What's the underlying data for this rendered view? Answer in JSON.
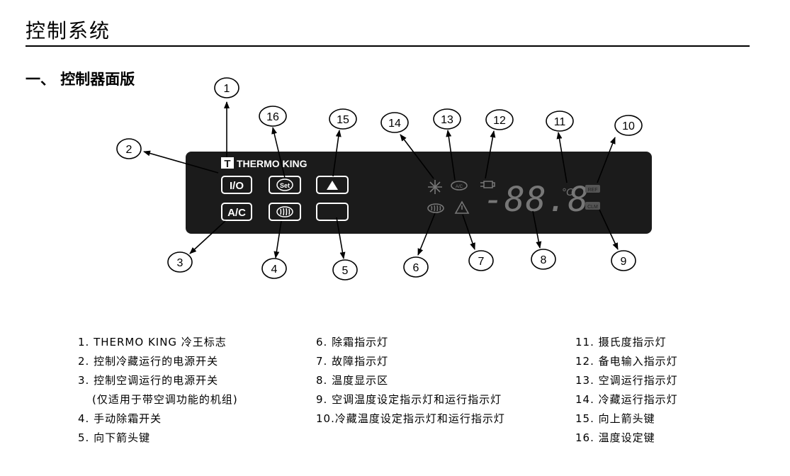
{
  "page_title": "控制系统",
  "section_title": "一、 控制器面版",
  "panel": {
    "brand": "THERMO KING",
    "brand_logo": "T",
    "btn_power": "I/O",
    "btn_ac": "A/C",
    "btn_set": "Set",
    "display_digits": "-88.8",
    "display_unit": "°C",
    "ref_label": "REF",
    "clm_label": "CLM"
  },
  "callouts": [
    "1",
    "2",
    "3",
    "4",
    "5",
    "6",
    "7",
    "8",
    "9",
    "10",
    "11",
    "12",
    "13",
    "14",
    "15",
    "16"
  ],
  "legend": {
    "col1": [
      "1. THERMO KING 冷王标志",
      "2. 控制冷藏运行的电源开关",
      "3. 控制空调运行的电源开关",
      "(仅适用于带空调功能的机组)",
      "4. 手动除霜开关",
      "5. 向下箭头键"
    ],
    "col2": [
      "6. 除霜指示灯",
      "7. 故障指示灯",
      "8. 温度显示区",
      "9. 空调温度设定指示灯和运行指示灯",
      "10.冷藏温度设定指示灯和运行指示灯"
    ],
    "col3": [
      "11. 摄氏度指示灯",
      "12. 备电输入指示灯",
      "13. 空调运行指示灯",
      "14. 冷藏运行指示灯",
      "15. 向上箭头键",
      "16. 温度设定键"
    ]
  }
}
